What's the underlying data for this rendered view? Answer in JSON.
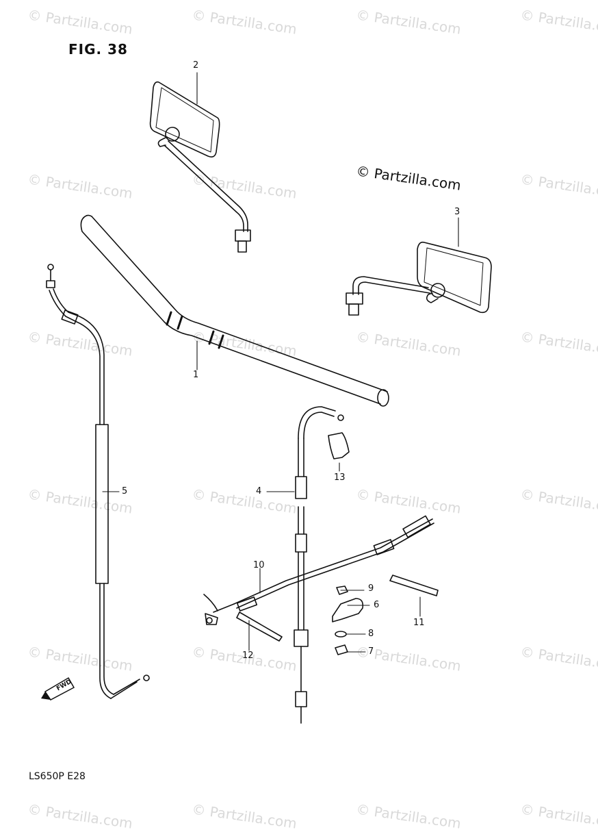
{
  "figure": {
    "title": "FIG. 38",
    "model_code": "LS650P  E28"
  },
  "watermark": {
    "text": "© Partzilla.com",
    "overlay_text": "© Partzilla.com"
  },
  "callouts": {
    "c1": "1",
    "c2": "2",
    "c3": "3",
    "c4": "4",
    "c5": "5",
    "c6": "6",
    "c7": "7",
    "c8": "8",
    "c9": "9",
    "c10": "10",
    "c11": "11",
    "c12": "12",
    "c13": "13"
  },
  "fwd_label": "FWD",
  "colors": {
    "line": "#111111",
    "watermark": "#d9d9d9",
    "background": "#ffffff"
  }
}
